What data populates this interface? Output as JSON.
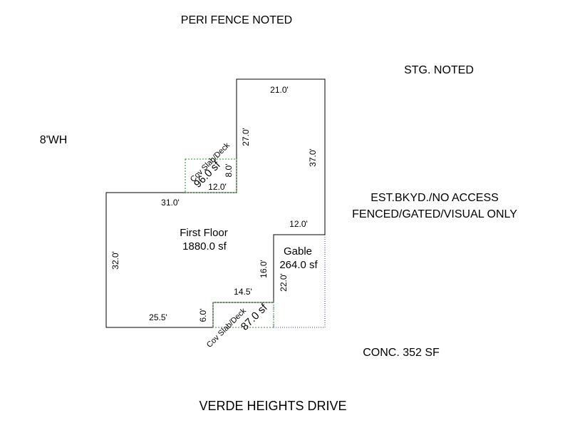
{
  "notes": {
    "top": "PERI FENCE NOTED",
    "top_right": "STG. NOTED",
    "left": "8'WH",
    "right_line1": "EST.BKYD./NO ACCESS",
    "right_line2": "FENCED/GATED/VISUAL ONLY",
    "concrete": "CONC. 352 SF",
    "street": "VERDE HEIGHTS DRIVE"
  },
  "areas": {
    "first_floor": {
      "name": "First Floor",
      "size": "1880.0 sf"
    },
    "gable": {
      "name": "Gable",
      "size": "264.0 sf"
    },
    "upper_deck": {
      "name": "Cov Slab/Deck",
      "size": "96.0 sf"
    },
    "lower_deck": {
      "name": "Cov Slab/Deck",
      "size": "87.0 sf"
    }
  },
  "dimensions": {
    "top": "21.0'",
    "upper_left": "27.0'",
    "right": "37.0'",
    "upper_deck_side": "8.0'",
    "upper_deck_width": "12.0'",
    "left_top": "31.0'",
    "left_side": "32.0'",
    "gable_top": "12.0'",
    "gable_left": "16.0'",
    "gable_height": "22.0'",
    "notch_top": "14.5'",
    "notch_side": "6.0'",
    "bottom_left": "25.5'"
  },
  "colors": {
    "outline": "#000000",
    "deck": "#2e8b2e",
    "gable": "#3a3aa8"
  }
}
